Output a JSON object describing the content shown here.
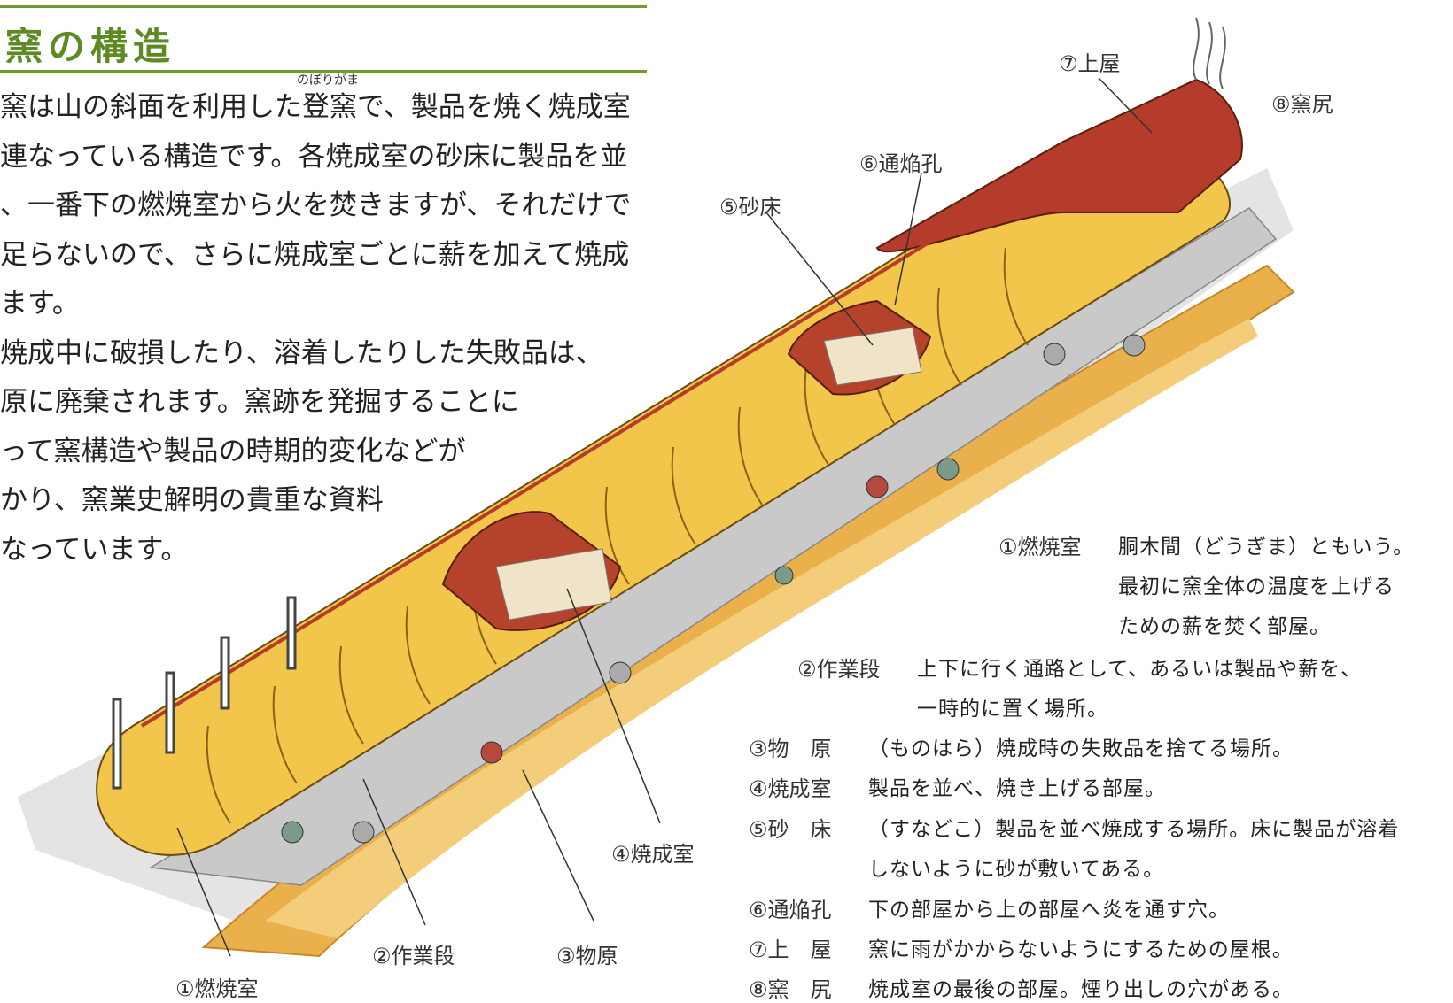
{
  "title": "窯の構造",
  "ruby": "のぼりがま",
  "intro_lines": [
    "窯は山の斜面を利用した登窯で、製品を焼く焼成室",
    "連なっている構造です。各焼成室の砂床に製品を並",
    "、一番下の燃焼室から火を焚きますが、それだけで",
    "足らないので、さらに焼成室ごとに薪を加えて焼成",
    "ます。",
    "焼成中に破損したり、溶着したりした失敗品は、",
    "原に廃棄されます。窯跡を発掘することに",
    "って窯構造や製品の時期的変化などが",
    "かり、窯業史解明の貴重な資料",
    "なっています。"
  ],
  "labels": {
    "roof": "⑦上屋",
    "tail": "⑧窯尻",
    "flue": "⑥通焔孔",
    "sandbed": "⑤砂床",
    "firing_chamber": "④焼成室",
    "work_step": "②作業段",
    "dump": "③物原",
    "combustion": "①燃焼室"
  },
  "legend": [
    {
      "term": "①燃焼室",
      "desc": [
        "胴木間（どうぎま）ともいう。",
        "最初に窯全体の温度を上げる",
        "ための薪を焚く部屋。"
      ]
    },
    {
      "term": "②作業段",
      "desc": [
        "上下に行く通路として、あるいは製品や薪を、",
        "一時的に置く場所。"
      ]
    },
    {
      "term": "③物　原",
      "desc": [
        "（ものはら）焼成時の失敗品を捨てる場所。"
      ]
    },
    {
      "term": "④焼成室",
      "desc": [
        "製品を並べ、焼き上げる部屋。"
      ]
    },
    {
      "term": "⑤砂　床",
      "desc": [
        "（すなどこ）製品を並べ焼成する場所。床に製品が溶着",
        "しないように砂が敷いてある。"
      ]
    },
    {
      "term": "⑥通焔孔",
      "desc": [
        "下の部屋から上の部屋へ炎を通す穴。"
      ]
    },
    {
      "term": "⑦上　屋",
      "desc": [
        "窯に雨がかからないようにするための屋根。"
      ]
    },
    {
      "term": "⑧窯　尻",
      "desc": [
        "焼成室の最後の部屋。煙り出しの穴がある。"
      ]
    }
  ],
  "colors": {
    "accent": "#5e8a23",
    "kiln": "#f2c64a",
    "roof": "#b53b2a",
    "ground": "#e0a53c",
    "path": "#c9c9c9"
  }
}
